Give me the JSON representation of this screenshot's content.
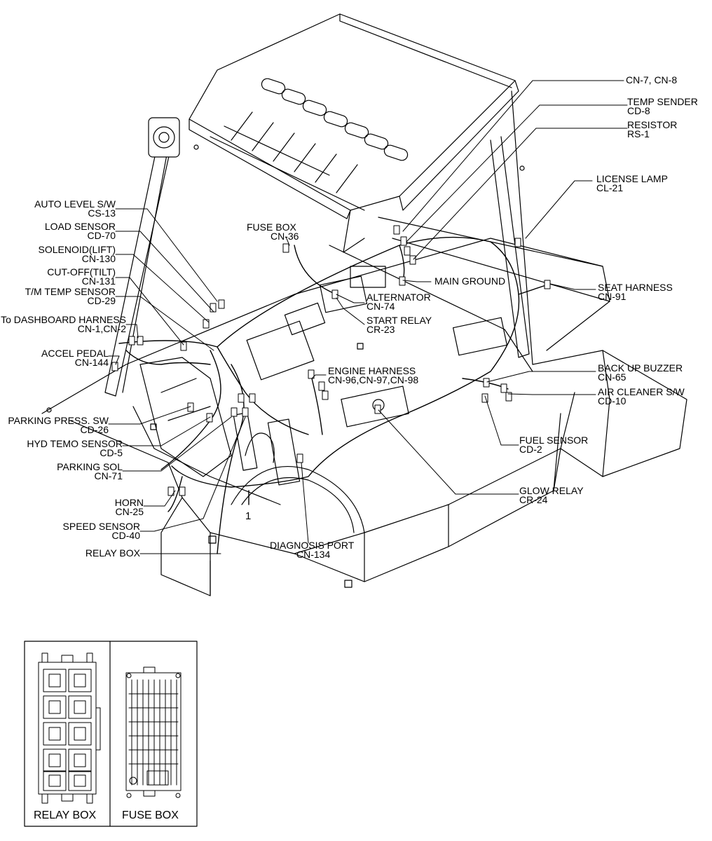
{
  "callouts": [
    {
      "id": "auto-level-sw",
      "l1": "AUTO LEVEL S/W",
      "l2": "CS-13"
    },
    {
      "id": "load-sensor",
      "l1": "LOAD SENSOR",
      "l2": "CD-70"
    },
    {
      "id": "solenoid-lift",
      "l1": "SOLENOID(LIFT)",
      "l2": "CN-130"
    },
    {
      "id": "cut-off-tilt",
      "l1": "CUT-OFF(TILT)",
      "l2": "CN-131"
    },
    {
      "id": "tm-temp-sensor",
      "l1": "T/M TEMP SENSOR",
      "l2": "CD-29"
    },
    {
      "id": "to-dashboard-harness",
      "l1": "To DASHBOARD HARNESS",
      "l2": "CN-1,CN-2"
    },
    {
      "id": "accel-pedal",
      "l1": "ACCEL PEDAL",
      "l2": "CN-144"
    },
    {
      "id": "parking-press-sw",
      "l1": "PARKING PRESS. SW",
      "l2": "CD-26"
    },
    {
      "id": "hyd-temo-sensor",
      "l1": "HYD TEMO SENSOR",
      "l2": "CD-5"
    },
    {
      "id": "parking-sol",
      "l1": "PARKING SOL",
      "l2": "CN-71"
    },
    {
      "id": "horn",
      "l1": "HORN",
      "l2": "CN-25"
    },
    {
      "id": "speed-sensor",
      "l1": "SPEED SENSOR",
      "l2": "CD-40"
    },
    {
      "id": "relay-box-callout",
      "l1": "RELAY BOX",
      "l2": ""
    },
    {
      "id": "fuse-box-callout",
      "l1": "FUSE BOX",
      "l2": "CN-36"
    },
    {
      "id": "cn-7-cn-8",
      "l1": "CN-7, CN-8",
      "l2": ""
    },
    {
      "id": "temp-sender",
      "l1": "TEMP SENDER",
      "l2": "CD-8"
    },
    {
      "id": "resistor",
      "l1": "RESISTOR",
      "l2": "RS-1"
    },
    {
      "id": "license-lamp",
      "l1": "LICENSE LAMP",
      "l2": "CL-21"
    },
    {
      "id": "main-ground",
      "l1": "MAIN GROUND",
      "l2": ""
    },
    {
      "id": "seat-harness",
      "l1": "SEAT HARNESS",
      "l2": "CN-91"
    },
    {
      "id": "alternator",
      "l1": "ALTERNATOR",
      "l2": "CN-74"
    },
    {
      "id": "start-relay",
      "l1": "START RELAY",
      "l2": "CR-23"
    },
    {
      "id": "engine-harness",
      "l1": "ENGINE HARNESS",
      "l2": "CN-96,CN-97,CN-98"
    },
    {
      "id": "back-up-buzzer",
      "l1": "BACK UP BUZZER",
      "l2": "CN-65"
    },
    {
      "id": "air-cleaner-sw",
      "l1": "AIR CLEANER S/W",
      "l2": "CD-10"
    },
    {
      "id": "fuel-sensor",
      "l1": "FUEL SENSOR",
      "l2": "CD-2"
    },
    {
      "id": "glow-relay",
      "l1": "GLOW RELAY",
      "l2": "CR-24"
    },
    {
      "id": "diagnosis-port",
      "l1": "DIAGNOSIS PORT",
      "l2": "CN-134"
    }
  ],
  "marker": "1",
  "inset": {
    "relay_box_caption": "RELAY BOX",
    "fuse_box_caption": "FUSE BOX"
  },
  "colors": {
    "ink": "#000000",
    "paper": "#ffffff"
  }
}
